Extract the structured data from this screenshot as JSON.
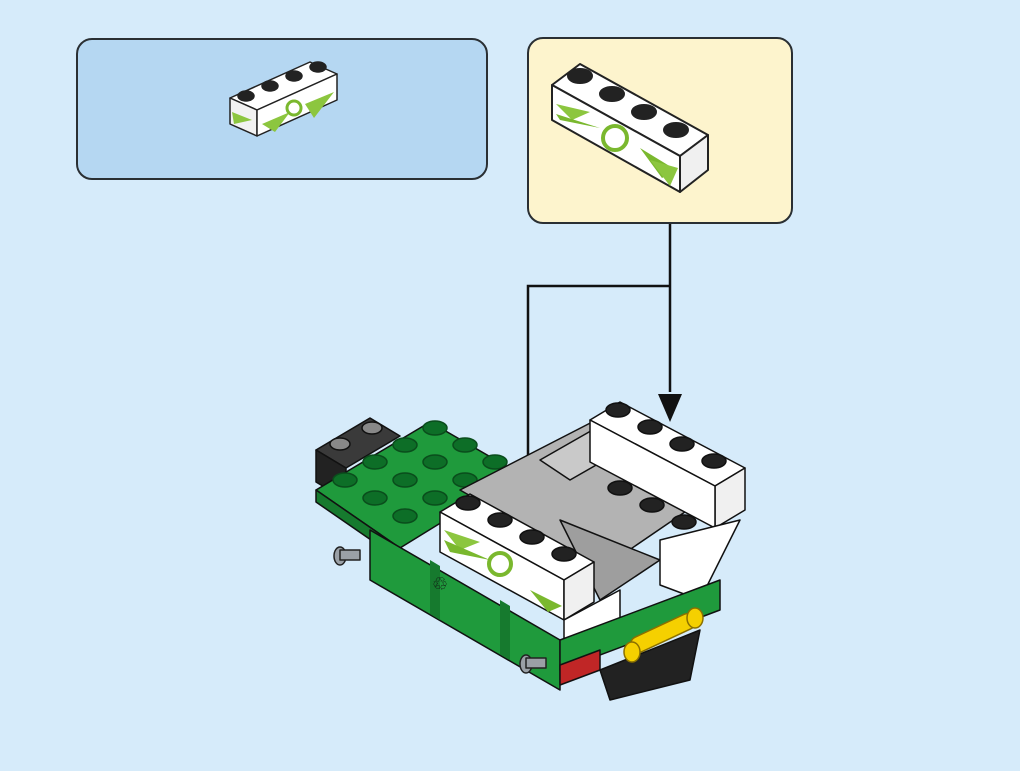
{
  "instruction_step": {
    "parts_list": {
      "items": [
        {
          "part": "brick-1x4-printed-recycle",
          "color": "#ffffff",
          "print_color": "#7ab82e"
        }
      ]
    },
    "callout": {
      "part": "brick-1x4-printed-recycle"
    },
    "model": {
      "colors": {
        "green": "#1f9a3c",
        "green_dark": "#167a2e",
        "white": "#ffffff",
        "grey": "#b3b3b3",
        "black": "#222222",
        "yellow": "#f5d000",
        "red": "#c02626"
      }
    },
    "arrows_count": 2
  }
}
